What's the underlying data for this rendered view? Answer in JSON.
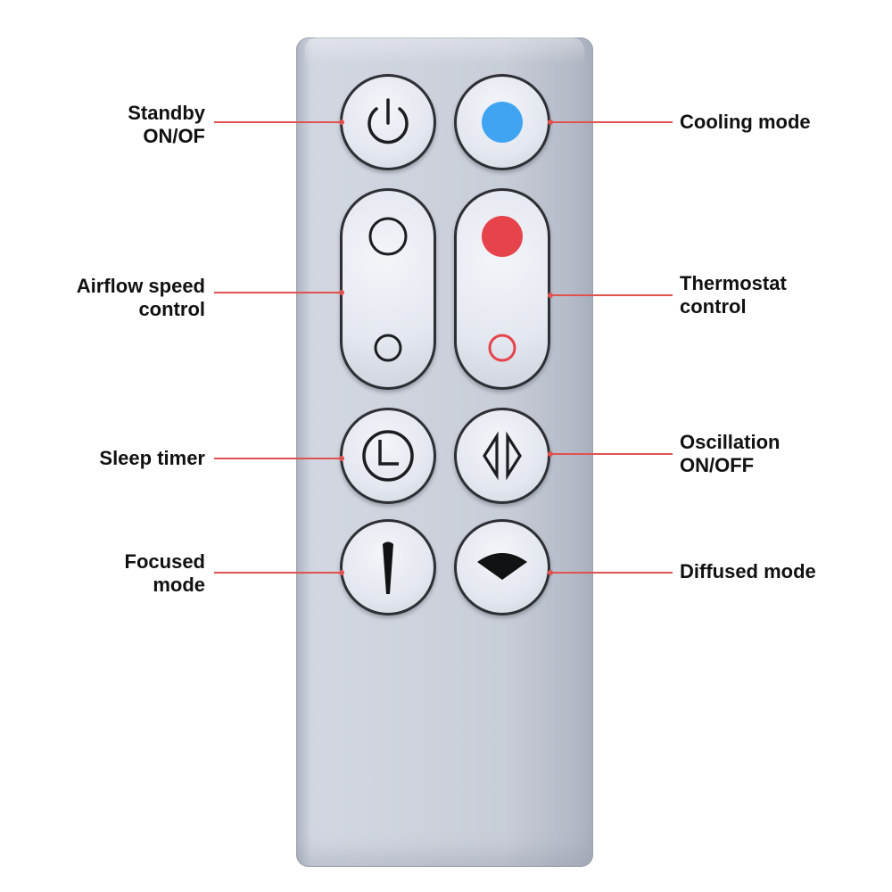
{
  "labels": {
    "standby": "Standby\nON/OF",
    "cooling": "Cooling mode",
    "airflow": "Airflow speed\ncontrol",
    "thermostat": "Thermostat\ncontrol",
    "sleep": "Sleep timer",
    "oscillation": "Oscillation\nON/OFF",
    "focused": "Focused\nmode",
    "diffused": "Diffused mode"
  },
  "colors": {
    "cooling_dot": "#3fa4f2",
    "heat_dot": "#e6434b",
    "leader_line": "#e0524f"
  },
  "icons": {
    "standby": "power-icon",
    "cooling": "blue-dot-icon",
    "airflow_up": "large-circle-icon",
    "airflow_down": "small-circle-icon",
    "thermostat_up": "red-dot-icon",
    "thermostat_down": "red-small-circle-icon",
    "sleep": "clock-icon",
    "oscillation": "oscillation-arrows-icon",
    "focused": "focused-airflow-icon",
    "diffused": "diffused-airflow-icon"
  }
}
